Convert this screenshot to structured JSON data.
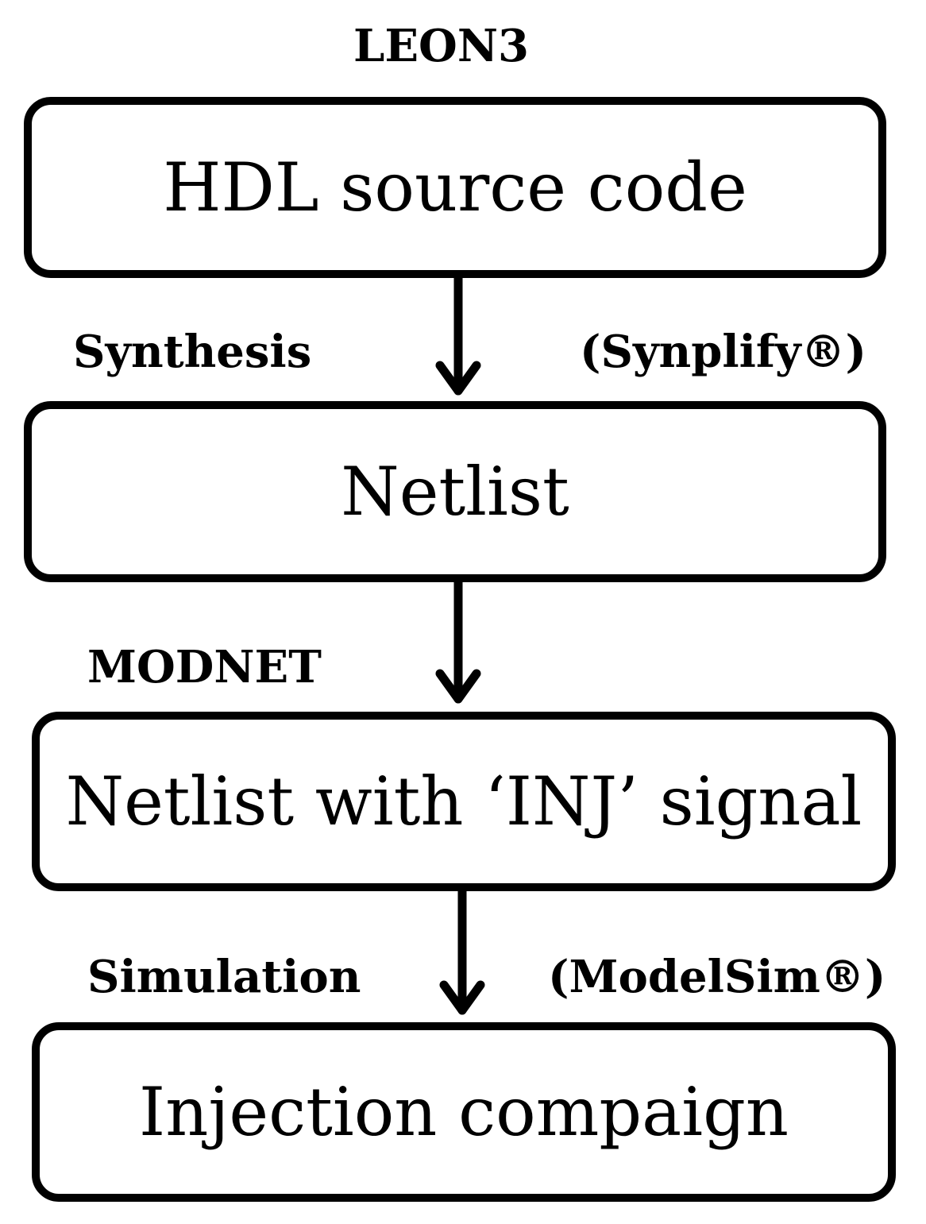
{
  "top_title": "LEON3",
  "boxes": [
    {
      "label": "HDL source code"
    },
    {
      "label": "Netlist"
    },
    {
      "label": "Netlist with ‘INJ’ signal"
    },
    {
      "label": "Injection compaign"
    }
  ],
  "steps": [
    {
      "left_label": "Synthesis",
      "right_label": "(Synplify®)"
    },
    {
      "left_label": "MODNET",
      "right_label": ""
    },
    {
      "left_label": "Simulation",
      "right_label": "(ModelSim®)"
    }
  ]
}
